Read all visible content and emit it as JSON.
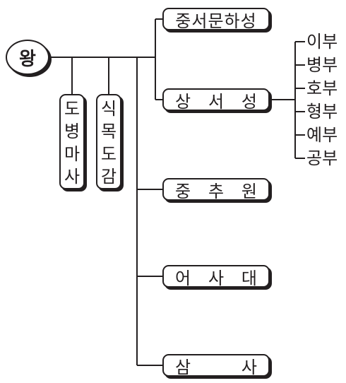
{
  "title": "",
  "king": "왕",
  "side_offices": [
    {
      "chars": [
        "도",
        "병",
        "마",
        "사"
      ]
    },
    {
      "chars": [
        "식",
        "목",
        "도",
        "감"
      ]
    }
  ],
  "main_offices": [
    {
      "chars": [
        "중서문하성"
      ]
    },
    {
      "chars": [
        "상",
        "서",
        "성"
      ]
    },
    {
      "chars": [
        "중",
        "추",
        "원"
      ]
    },
    {
      "chars": [
        "어",
        "사",
        "대"
      ]
    },
    {
      "chars": [
        "삼",
        "사"
      ]
    }
  ],
  "departments": [
    "이부",
    "병부",
    "호부",
    "형부",
    "예부",
    "공부"
  ]
}
